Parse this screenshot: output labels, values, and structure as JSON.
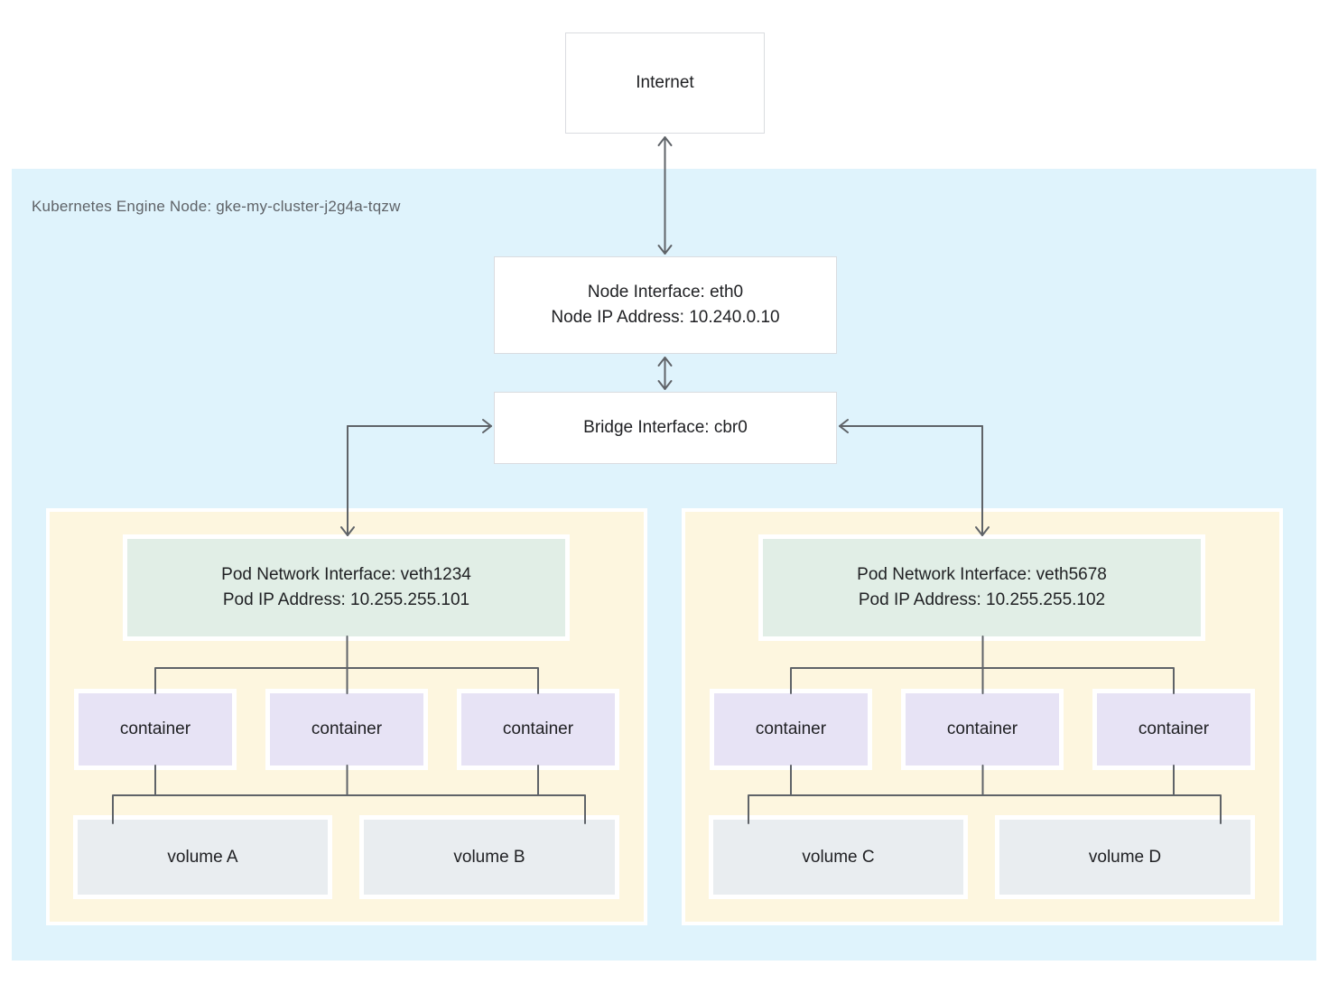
{
  "internet": {
    "label": "Internet"
  },
  "node": {
    "label": "Kubernetes Engine Node: gke-my-cluster-j2g4a-tqzw",
    "interface": {
      "line1": "Node Interface: eth0",
      "line2": "Node IP Address: 10.240.0.10"
    },
    "bridge": {
      "label": "Bridge Interface: cbr0"
    }
  },
  "pods": [
    {
      "interface": {
        "line1": "Pod Network Interface: veth1234",
        "line2": "Pod IP Address: 10.255.255.101"
      },
      "containers": [
        "container",
        "container",
        "container"
      ],
      "volumes": [
        "volume A",
        "volume B"
      ]
    },
    {
      "interface": {
        "line1": "Pod Network Interface: veth5678",
        "line2": "Pod IP Address: 10.255.255.102"
      },
      "containers": [
        "container",
        "container",
        "container"
      ],
      "volumes": [
        "volume C",
        "volume D"
      ]
    }
  ],
  "colors": {
    "node_bg": "#dff3fc",
    "pod_bg": "#fdf6df",
    "pod_if_bg": "#e1eee6",
    "container_bg": "#e7e3f5",
    "volume_bg": "#e9edf0",
    "line": "#5f6368",
    "box_border": "#dadce0",
    "box_bg": "#ffffff",
    "text_dark": "#202124",
    "text_gray": "#5f6368"
  }
}
